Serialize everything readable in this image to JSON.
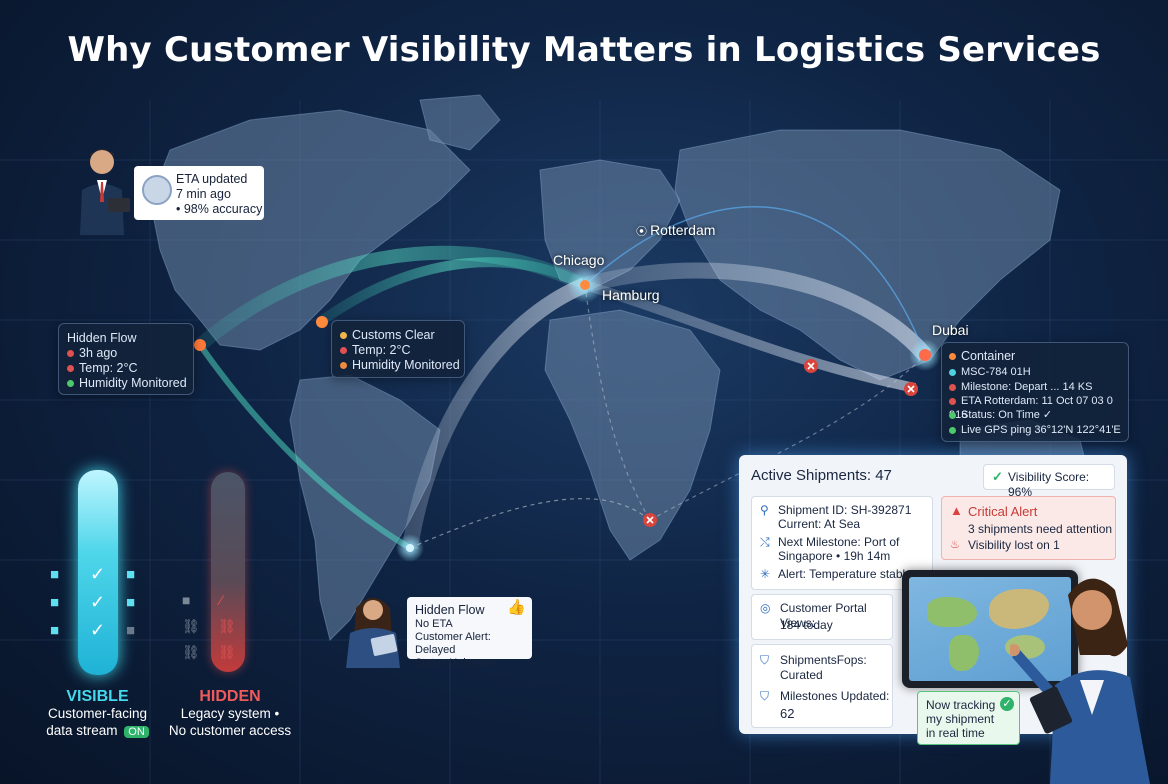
{
  "title": "Why Customer Visibility Matters in Logistics Services",
  "cities": {
    "chicago": "Chicago",
    "rotterdam": "Rotterdam",
    "hamburg": "Hamburg",
    "dubai": "Dubai"
  },
  "eta_card": {
    "line1": "ETA updated",
    "line2": "7 min ago",
    "line3": "• 98% accuracy"
  },
  "hidden_flow_left": {
    "title": "Hidden Flow",
    "items": [
      "3h ago",
      "Temp: 2°C",
      "Humidity Monitored"
    ]
  },
  "customs_card": {
    "items": [
      "Customs Clear",
      "Temp: 2°C",
      "Humidity Monitored"
    ]
  },
  "container_card": {
    "title": "Container",
    "items": [
      "MSC-784 01H",
      "Milestone: Depart ... 14 KS",
      "ETA Rotterdam: 11 Oct 07 03 0 916",
      "Status: On Time ✓",
      "Live GPS ping 36°12'N 122°41'E"
    ]
  },
  "hidden_flow_bottom": {
    "title": "Hidden Flow",
    "items": [
      "No ETA",
      "Customer Alert: Delayed",
      "Status Unknown"
    ]
  },
  "legend": {
    "visible_title": "VISIBLE",
    "visible_line1": "Customer-facing",
    "visible_line2": "data stream",
    "visible_badge": "ON",
    "hidden_title": "HIDDEN",
    "hidden_line1": "Legacy system •",
    "hidden_line2": "No customer access"
  },
  "panel": {
    "active_shipments": "Active Shipments: 47",
    "visibility_score": "Visibility Score: 96%",
    "shipment_id": "Shipment ID: SH-392871",
    "current": "Current: At Sea",
    "next_milestone_1": "Next Milestone: Port of",
    "next_milestone_2": "Singapore • 19h 14m",
    "alert": "Alert: Temperature stable",
    "critical_title": "Critical Alert",
    "critical_line1": "3 shipments need attention",
    "critical_line2": "Visibility lost on 1",
    "portal_views_label": "Customer Portal Views:",
    "portal_views_value": "184 today",
    "shipments_label": "ShipmentsFops:",
    "shipments_value": "Curated",
    "milestones_label": "Milestones Updated:",
    "milestones_value": "62"
  },
  "tracking_bubble": {
    "line1": "Now tracking",
    "line2": "my shipment",
    "line3": "in real time"
  },
  "colors": {
    "visible": "#3fd6e8",
    "hidden": "#e05252",
    "accent_orange": "#ff8a3d",
    "badge_green": "#2fb36b",
    "alert_red": "#d9443c"
  }
}
